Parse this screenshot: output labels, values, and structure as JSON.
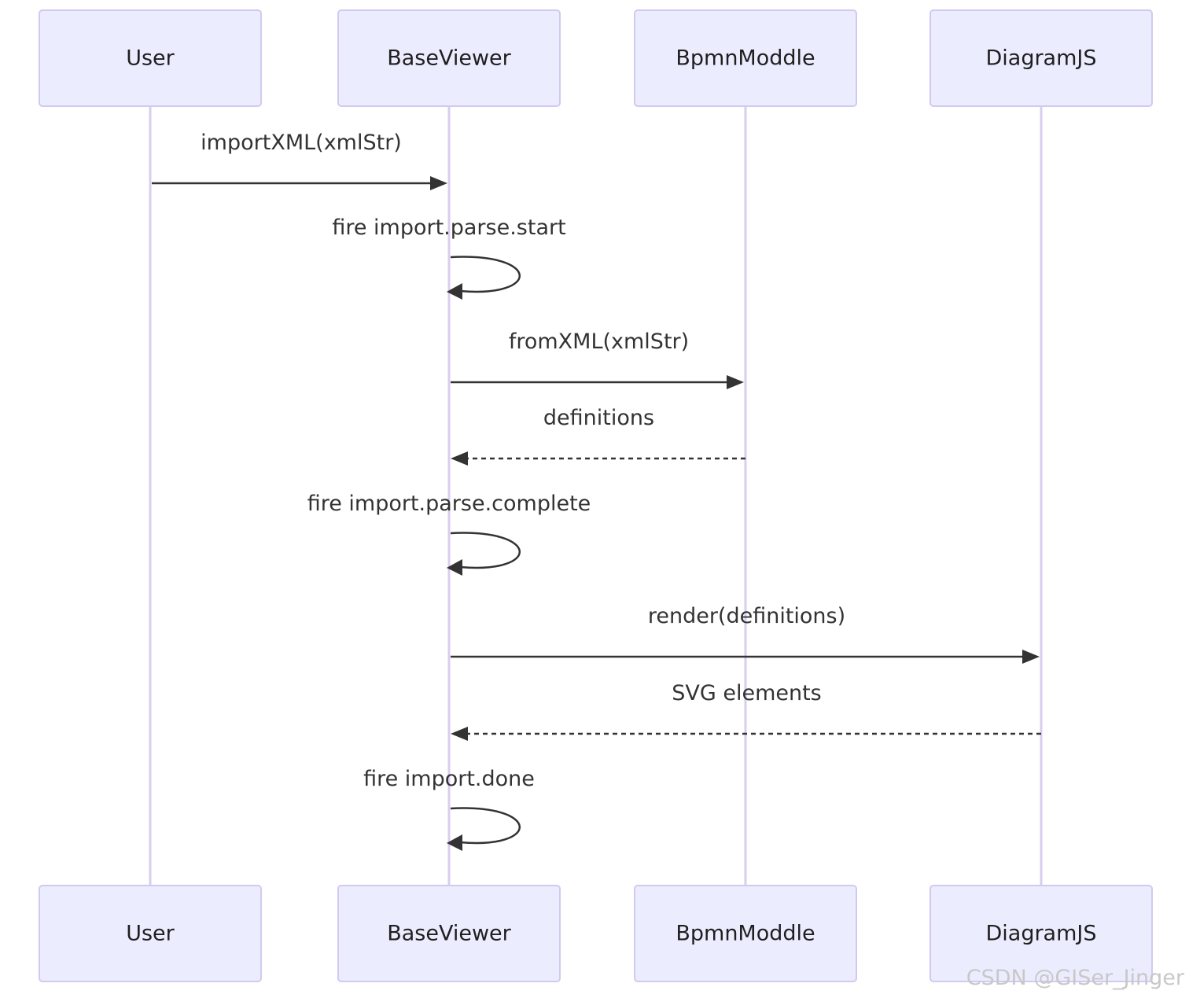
{
  "participants": [
    {
      "id": "user",
      "label": "User"
    },
    {
      "id": "baseviewer",
      "label": "BaseViewer"
    },
    {
      "id": "bpmnmoddle",
      "label": "BpmnModdle"
    },
    {
      "id": "diagramjs",
      "label": "DiagramJS"
    }
  ],
  "messages": [
    {
      "from": "user",
      "to": "baseviewer",
      "label": "importXML(xmlStr)",
      "style": "solid"
    },
    {
      "from": "baseviewer",
      "to": "baseviewer",
      "label": "fire import.parse.start",
      "style": "solid"
    },
    {
      "from": "baseviewer",
      "to": "bpmnmoddle",
      "label": "fromXML(xmlStr)",
      "style": "solid"
    },
    {
      "from": "bpmnmoddle",
      "to": "baseviewer",
      "label": "definitions",
      "style": "dotted"
    },
    {
      "from": "baseviewer",
      "to": "baseviewer",
      "label": "fire import.parse.complete",
      "style": "solid"
    },
    {
      "from": "baseviewer",
      "to": "diagramjs",
      "label": "render(definitions)",
      "style": "solid"
    },
    {
      "from": "diagramjs",
      "to": "baseviewer",
      "label": "SVG elements",
      "style": "dotted"
    },
    {
      "from": "baseviewer",
      "to": "baseviewer",
      "label": "fire import.done",
      "style": "solid"
    }
  ],
  "watermark": "CSDN @GISer_Jinger",
  "colors": {
    "actor_fill": "#ececff",
    "actor_border": "#d2c9f0",
    "lifeline": "#d9cdf0",
    "message": "#333333",
    "watermark": "#c8c8c8"
  }
}
